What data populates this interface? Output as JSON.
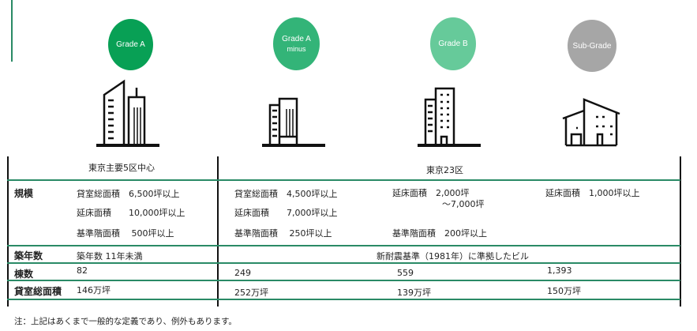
{
  "grades": [
    {
      "label": "Grade A",
      "sub": "",
      "color": "#08a055"
    },
    {
      "label": "Grade A",
      "sub": "minus",
      "color": "#33b478"
    },
    {
      "label": "Grade B",
      "sub": "",
      "color": "#66ca9a"
    },
    {
      "label": "Sub-Grade",
      "sub": "",
      "color": "#a6a6a6"
    }
  ],
  "header": {
    "left": "東京主要5区中心",
    "right": "東京23区"
  },
  "rows": {
    "scale": {
      "label": "規模",
      "a": [
        "貸室総面積　6,500坪以上",
        "延床面積　　10,000坪以上",
        "基準階面積　 500坪以上"
      ],
      "aminus": [
        "貸室総面積　4,500坪以上",
        "延床面積　　7,000坪以上",
        "基準階面積　 250坪以上"
      ],
      "b": [
        "延床面積　2,000坪",
        "～7,000坪",
        "基準階面積　200坪以上"
      ],
      "sub": [
        "延床面積　1,000坪以上"
      ]
    },
    "age": {
      "label": "築年数",
      "a": "築年数 11年未満",
      "rest": "新耐震基準（1981年）に準拠したビル"
    },
    "count": {
      "label": "棟数",
      "a": "82",
      "aminus": "249",
      "b": "559",
      "sub": "1,393"
    },
    "area": {
      "label": "貸室総面積",
      "a": "146万坪",
      "aminus": "252万坪",
      "b": "139万坪",
      "sub": "150万坪"
    }
  },
  "note": "注：上記はあくまで一般的な定義であり、例外もあります。"
}
